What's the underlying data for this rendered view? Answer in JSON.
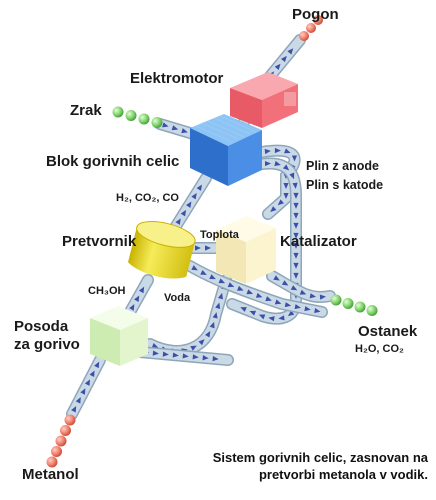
{
  "labels": {
    "pogon": "Pogon",
    "elektromotor": "Elektromotor",
    "zrak": "Zrak",
    "blok": "Blok gorivnih celic",
    "plin_anode": "Plin z anode",
    "plin_katode": "Plin s katode",
    "h2_co2_co": "H₂, CO₂, CO",
    "pretvornik": "Pretvornik",
    "toplota": "Toplota",
    "katalizator": "Katalizator",
    "ch3oh": "CH₃OH",
    "voda": "Voda",
    "posoda": "Posoda",
    "za_gorivo": "za gorivo",
    "ostanek": "Ostanek",
    "h2o_co2": "H₂O, CO₂",
    "metanol": "Metanol"
  },
  "caption": {
    "line1": "Sistem gorivnih celic, zasnovan na",
    "line2": "pretvorbi metanola v vodik."
  },
  "colors": {
    "pipe": "#c9d9e6",
    "pipe_edge": "#8ea6ba",
    "arrow": "#3d4fa8",
    "motor": "#f2707a",
    "fuel_cell": "#3f86e0",
    "converter": "#f0e030",
    "catalyst": "#fbf4cf",
    "tank": "#e3f5cd",
    "bead_red": "#f07c6a",
    "bead_green": "#7fd06a"
  }
}
